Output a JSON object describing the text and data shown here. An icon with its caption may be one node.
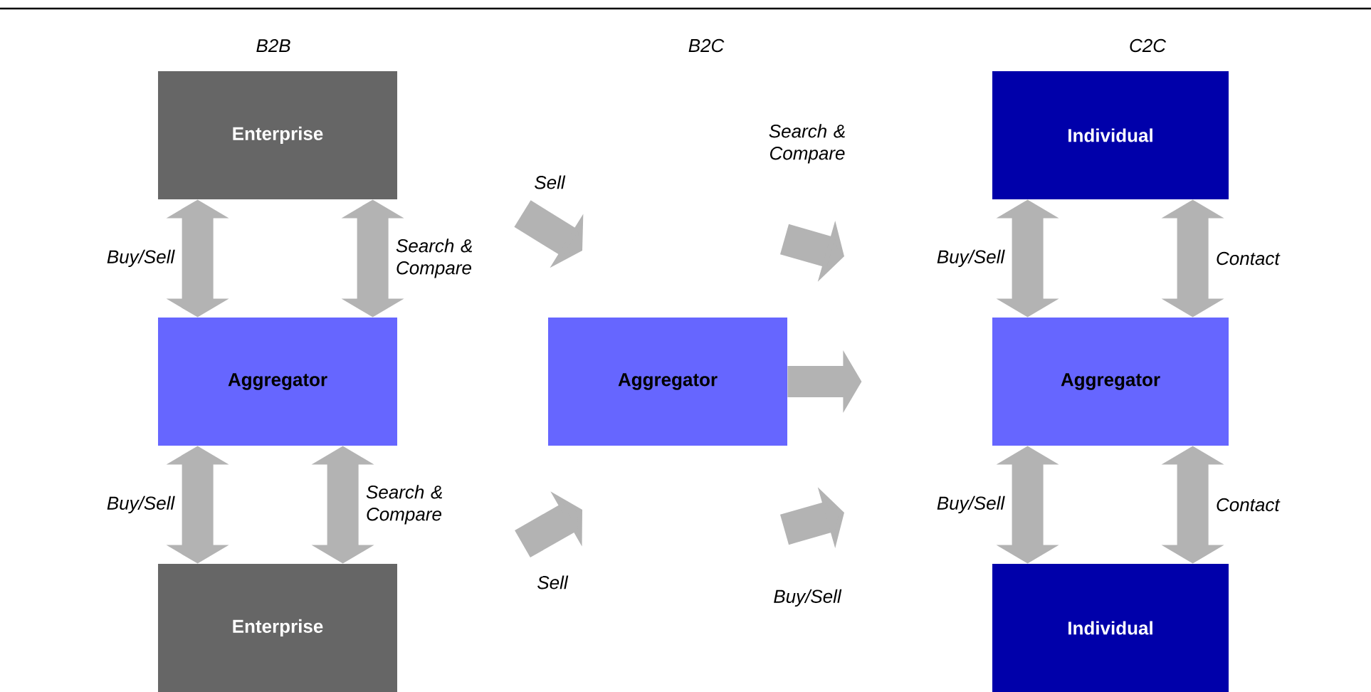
{
  "diagram": {
    "nodes": [
      {
        "text": [
          "Enterprise"
        ]
      },
      {
        "text": [
          "Aggregator"
        ]
      },
      {
        "text": [
          "Enterprise"
        ]
      },
      {
        "text": [
          "Aggregator"
        ]
      },
      {
        "text": [
          "Individual"
        ]
      },
      {
        "text": [
          "Aggregator"
        ]
      },
      {
        "text": [
          "Individual"
        ]
      }
    ],
    "edges": [
      {
        "from": 0,
        "to": 1,
        "arrow": "both",
        "label": "Buy/Sell"
      },
      {
        "from": 0,
        "to": 1,
        "arrow": "both",
        "label": "Search & Compare"
      },
      {
        "from": 1,
        "to": 2,
        "arrow": "both",
        "label": "Buy/Sell"
      },
      {
        "from": 1,
        "to": 2,
        "arrow": "both",
        "label": "Search & Compare"
      },
      {
        "from": 3,
        "to": null,
        "arrow": "to"
      },
      {
        "from": 4,
        "to": 5,
        "arrow": "both",
        "label": "Buy/Sell"
      },
      {
        "from": 4,
        "to": 5,
        "arrow": "both",
        "label": "Contact"
      },
      {
        "from": 5,
        "to": 6,
        "arrow": "both",
        "label": "Buy/Sell"
      },
      {
        "from": 5,
        "to": 6,
        "arrow": "both",
        "label": "Contact"
      }
    ],
    "labels": [
      "B2B",
      "B2C",
      "C2C",
      "Search & Compare",
      "Sell",
      "Sell",
      "Buy/Sell"
    ]
  }
}
